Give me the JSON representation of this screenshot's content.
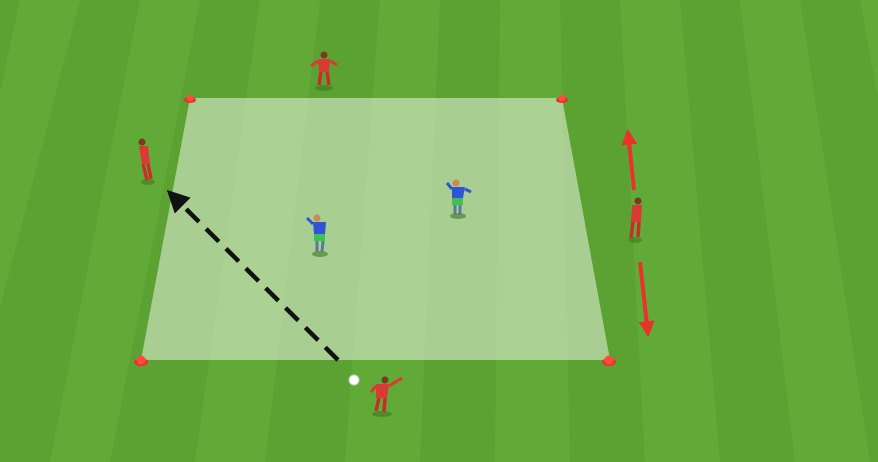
{
  "colors": {
    "grass_light": "#6cb33f",
    "grass_dark": "#5ea535",
    "area_fill": "#e8f2e0",
    "cone": "#e8332a",
    "attacker_kit": "#d93a33",
    "defender_bib": "#2f55d4",
    "defender_shorts": "#3fbf55",
    "pass_line": "#111111",
    "movement_arrow": "#e8332a",
    "ball": "#ffffff"
  },
  "diagram": {
    "cones": [
      "top-left",
      "top-right",
      "bottom-left",
      "bottom-right"
    ],
    "attackers": [
      {
        "id": "attacker-top",
        "side": "top"
      },
      {
        "id": "attacker-left",
        "side": "left"
      },
      {
        "id": "attacker-right",
        "side": "right"
      },
      {
        "id": "attacker-bottom",
        "side": "bottom",
        "has_ball": true
      }
    ],
    "defenders": [
      {
        "id": "defender-1"
      },
      {
        "id": "defender-2"
      }
    ],
    "pass": {
      "from": "attacker-bottom",
      "to": "attacker-left",
      "style": "dashed"
    },
    "movement": {
      "player": "attacker-right",
      "directions": [
        "up",
        "down"
      ]
    }
  }
}
